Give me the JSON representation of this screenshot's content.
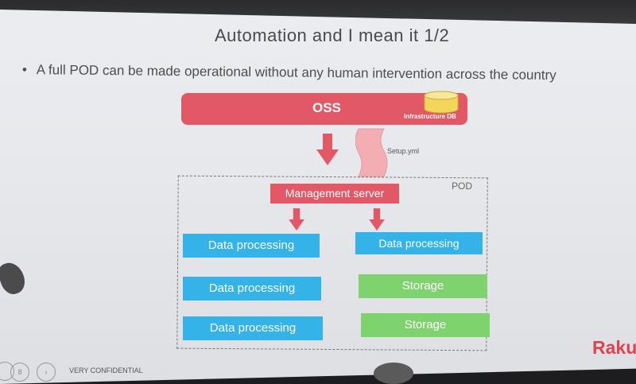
{
  "slide": {
    "title": "Automation and I mean it 1/2",
    "bullet": "A full POD can be made operational without any human intervention across the country",
    "footer": "VERY CONFIDENTIAL",
    "page_number": "8",
    "logo_text": "Raku"
  },
  "diagram": {
    "oss_label": "OSS",
    "infrastructure_db_label": "Infrastructure DB",
    "setup_file_label": "Setup.yml",
    "pod_label": "POD",
    "management_server_label": "Management server",
    "left_boxes": [
      "Data processing",
      "Data processing",
      "Data processing"
    ],
    "right_boxes": [
      "Data processing",
      "Storage",
      "Storage"
    ]
  },
  "colors": {
    "red": "#e25866",
    "blue": "#33b3e8",
    "green": "#7fd36e",
    "db_yellow": "#f2d65a"
  },
  "icons": {
    "database": "database-icon",
    "document": "document-icon",
    "arrow": "arrow-down-icon"
  }
}
